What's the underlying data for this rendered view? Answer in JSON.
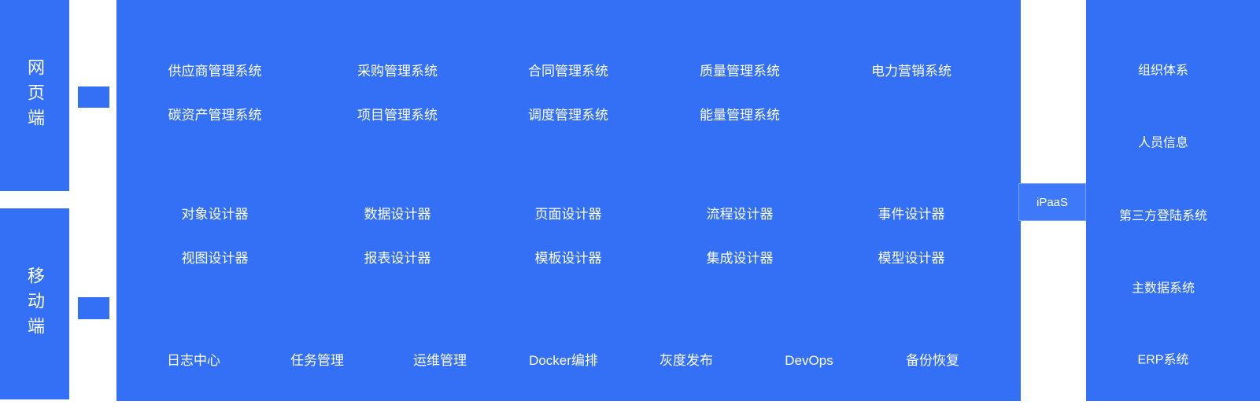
{
  "diagram": {
    "colors": {
      "primary_blue": "#3370F6",
      "connector_blue": "#3D79F8",
      "text": "#FFFFFF",
      "background": "#FFFFFF"
    },
    "left_nav": [
      {
        "label": "网页端"
      },
      {
        "label": "移动端"
      }
    ],
    "platform": {
      "business_systems": [
        [
          "供应商管理系统",
          "采购管理系统",
          "合同管理系统",
          "质量管理系统",
          "电力营销系统"
        ],
        [
          "碳资产管理系统",
          "项目管理系统",
          "调度管理系统",
          "能量管理系统"
        ]
      ],
      "designers": [
        [
          "对象设计器",
          "数据设计器",
          "页面设计器",
          "流程设计器",
          "事件设计器"
        ],
        [
          "视图设计器",
          "报表设计器",
          "模板设计器",
          "集成设计器",
          "模型设计器"
        ]
      ],
      "ops": [
        "日志中心",
        "任务管理",
        "运维管理",
        "Docker编排",
        "灰度发布",
        "DevOps",
        "备份恢复"
      ]
    },
    "connector": {
      "label": "iPaaS"
    },
    "external_systems": [
      "组织体系",
      "人员信息",
      "第三方登陆系统",
      "主数据系统",
      "ERP系统"
    ]
  }
}
